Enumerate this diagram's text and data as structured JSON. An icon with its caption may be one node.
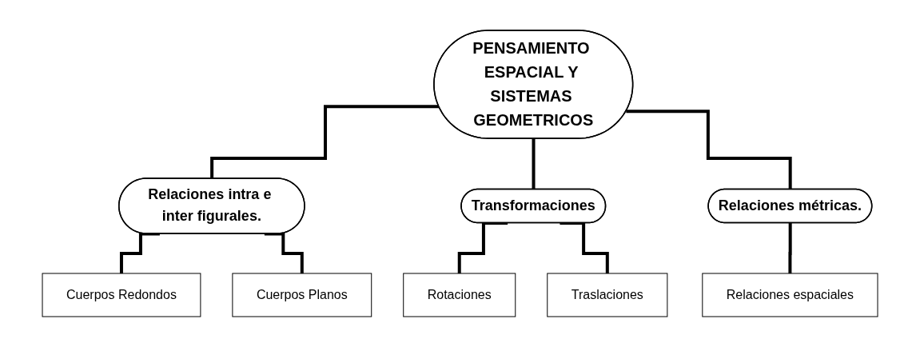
{
  "diagram": {
    "nodes": [
      {
        "text": [
          "PENSAMIENTO ESPACIAL Y SISTEMAS GEOMETRICOS"
        ]
      },
      {
        "text": [
          "Relaciones intra e inter figurales."
        ]
      },
      {
        "text": [
          "Transformaciones"
        ]
      },
      {
        "text": [
          "Relaciones métricas."
        ]
      },
      {
        "text": [
          "Cuerpos Redondos"
        ]
      },
      {
        "text": [
          "Cuerpos Planos"
        ]
      },
      {
        "text": [
          "Rotaciones"
        ]
      },
      {
        "text": [
          "Traslaciones"
        ]
      },
      {
        "text": [
          "Relaciones espaciales"
        ]
      }
    ],
    "edges": [
      {
        "from": 0,
        "to": 1,
        "arrow": "none"
      },
      {
        "from": 0,
        "to": 2,
        "arrow": "none"
      },
      {
        "from": 0,
        "to": 3,
        "arrow": "none"
      },
      {
        "from": 1,
        "to": 4,
        "arrow": "none"
      },
      {
        "from": 1,
        "to": 5,
        "arrow": "none"
      },
      {
        "from": 2,
        "to": 6,
        "arrow": "none"
      },
      {
        "from": 2,
        "to": 7,
        "arrow": "none"
      },
      {
        "from": 3,
        "to": 8,
        "arrow": "none"
      }
    ]
  }
}
